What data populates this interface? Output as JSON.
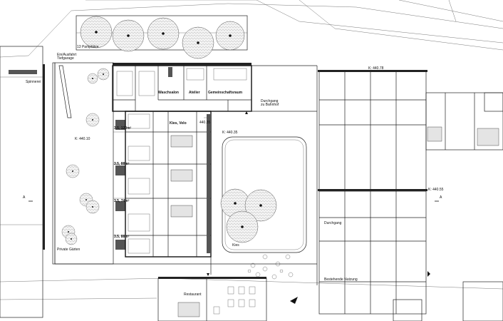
{
  "labels": {
    "parking": "13 Parkplätze",
    "garage": "Ein/Ausfahrt\nTiefgarage",
    "spinnerei": "Spinnerei",
    "waschsalon": "Waschsalon",
    "atelier": "Atelier",
    "gemeinschaft": "Gemeinschaftsraum",
    "durchgang_bahnhof": "Durchgang\nzu Bahnhof",
    "kies_velo": "Kies, Velo",
    "level_top": "K: 440.78",
    "level_court": "K: 440.35",
    "level_court2": "440.35",
    "level_garden": "K: 440.10",
    "level_right": "K: 440.55",
    "unit_1": "3.5, 120m²",
    "unit_2": "3.5, 88m²",
    "unit_3": "3.5, 74m²",
    "unit_4": "3.5, 88m²",
    "section_a_left": "A",
    "section_a_right": "A",
    "private_garden": "Private Gärten",
    "kies": "Kies",
    "durchgang": "Durchgang",
    "bestehende": "Bestehende Nutzung",
    "restaurant": "Restaurant"
  },
  "colors": {
    "line": "#222222",
    "tree_fill": "#f2f2f2",
    "hatch": "#555555"
  }
}
